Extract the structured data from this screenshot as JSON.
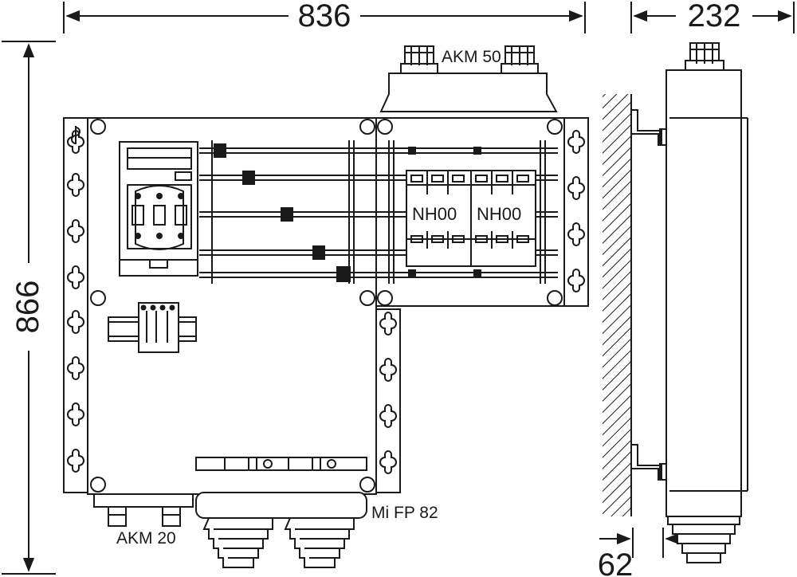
{
  "dimensions": {
    "width": "836",
    "depth": "232",
    "height": "866",
    "wall_offset": "62"
  },
  "labels": {
    "gland_top": "AKM 50",
    "gland_bottom_left": "AKM 20",
    "entry_bottom": "Mi FP 82",
    "fuse_1": "NH00",
    "fuse_2": "NH00"
  },
  "colors": {
    "line": "#1a1a1a",
    "fill": "#ffffff",
    "light_fill": "#f2f2f2"
  }
}
